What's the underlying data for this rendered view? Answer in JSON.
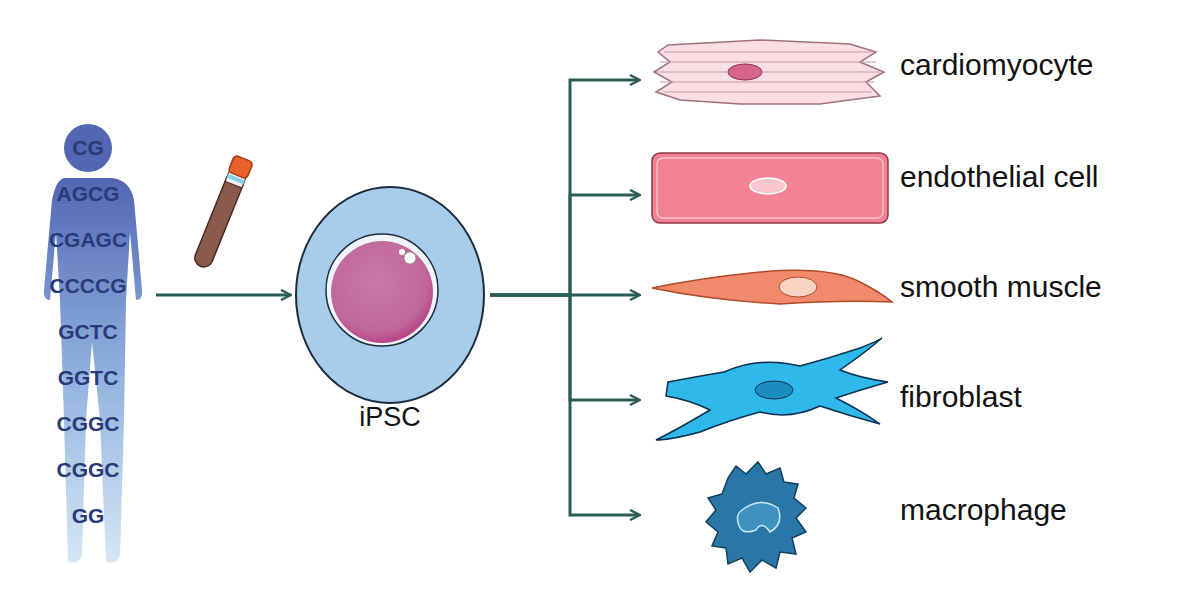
{
  "diagram": {
    "nodes": [
      {
        "text": [
          "CG",
          "AGCG",
          "CGAGC",
          "CCCCG",
          "GCTC",
          "GGTC",
          "CGGC",
          "CGGC",
          "GG"
        ]
      },
      {
        "text": [
          "iPSC"
        ]
      },
      {
        "text": [
          "cardiomyocyte"
        ]
      },
      {
        "text": [
          "endothelial cell"
        ]
      },
      {
        "text": [
          "smooth muscle"
        ]
      },
      {
        "text": [
          "fibroblast"
        ]
      },
      {
        "text": [
          "macrophage"
        ]
      }
    ],
    "edges": [
      {
        "from": 0,
        "to": 1,
        "arrow": "to"
      },
      {
        "from": 1,
        "to": 2,
        "arrow": "to"
      },
      {
        "from": 1,
        "to": 3,
        "arrow": "to"
      },
      {
        "from": 1,
        "to": 4,
        "arrow": "to"
      },
      {
        "from": 1,
        "to": 5,
        "arrow": "to"
      },
      {
        "from": 1,
        "to": 6,
        "arrow": "to"
      }
    ]
  }
}
